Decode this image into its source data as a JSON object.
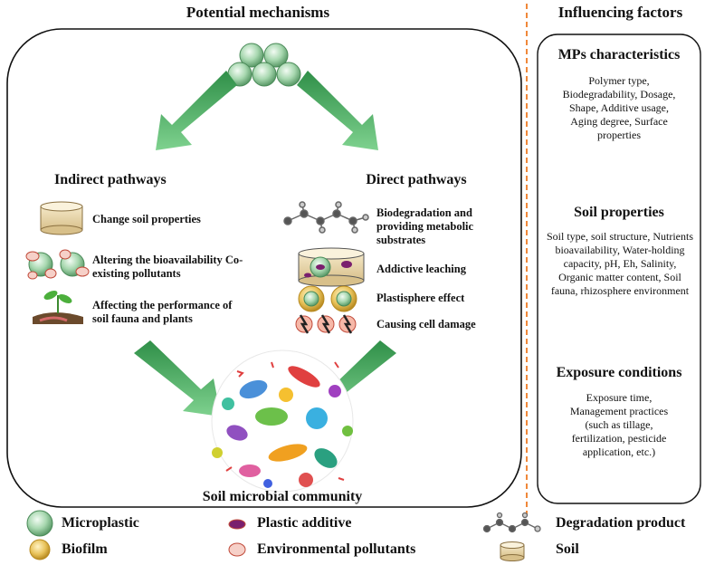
{
  "left": {
    "title": "Potential mechanisms",
    "indirect": {
      "title": "Indirect pathways",
      "items": [
        "Change soil properties",
        "Altering the bioavailability Co-existing pollutants",
        "Affecting the performance of soil fauna and plants"
      ]
    },
    "direct": {
      "title": "Direct pathways",
      "items": [
        "Biodegradation and providing metabolic substrates",
        "Addictive leaching",
        "Plastisphere effect",
        "Causing cell damage"
      ]
    },
    "community_label": "Soil microbial community"
  },
  "right": {
    "title": "Influencing factors",
    "sections": [
      {
        "title": "MPs characteristics",
        "text": "Polymer type, Biodegradability, Dosage, Shape, Additive usage, Aging degree, Surface properties"
      },
      {
        "title": "Soil properties",
        "text": "Soil type, soil structure, Nutrients bioavailability, Water-holding capacity, pH, Eh, Salinity, Organic matter content, Soil fauna, rhizosphere environment"
      },
      {
        "title": "Exposure conditions",
        "text": "Exposure time, Management practices (such as tillage, fertilization, pesticide application, etc.)"
      }
    ]
  },
  "legend": {
    "microplastic": "Microplastic",
    "biofilm": "Biofilm",
    "plastic_additive": "Plastic additive",
    "environmental_pollutants": "Environmental pollutants",
    "degradation_product": "Degradation product",
    "soil": "Soil"
  },
  "colors": {
    "arrow_green": "#3aa655",
    "divider_orange": "#f0883a",
    "microplastic": "#a8d8b0",
    "biofilm": "#e8c25a",
    "additive": "#7a1f6e",
    "pollutant": "#f6d0c8"
  }
}
